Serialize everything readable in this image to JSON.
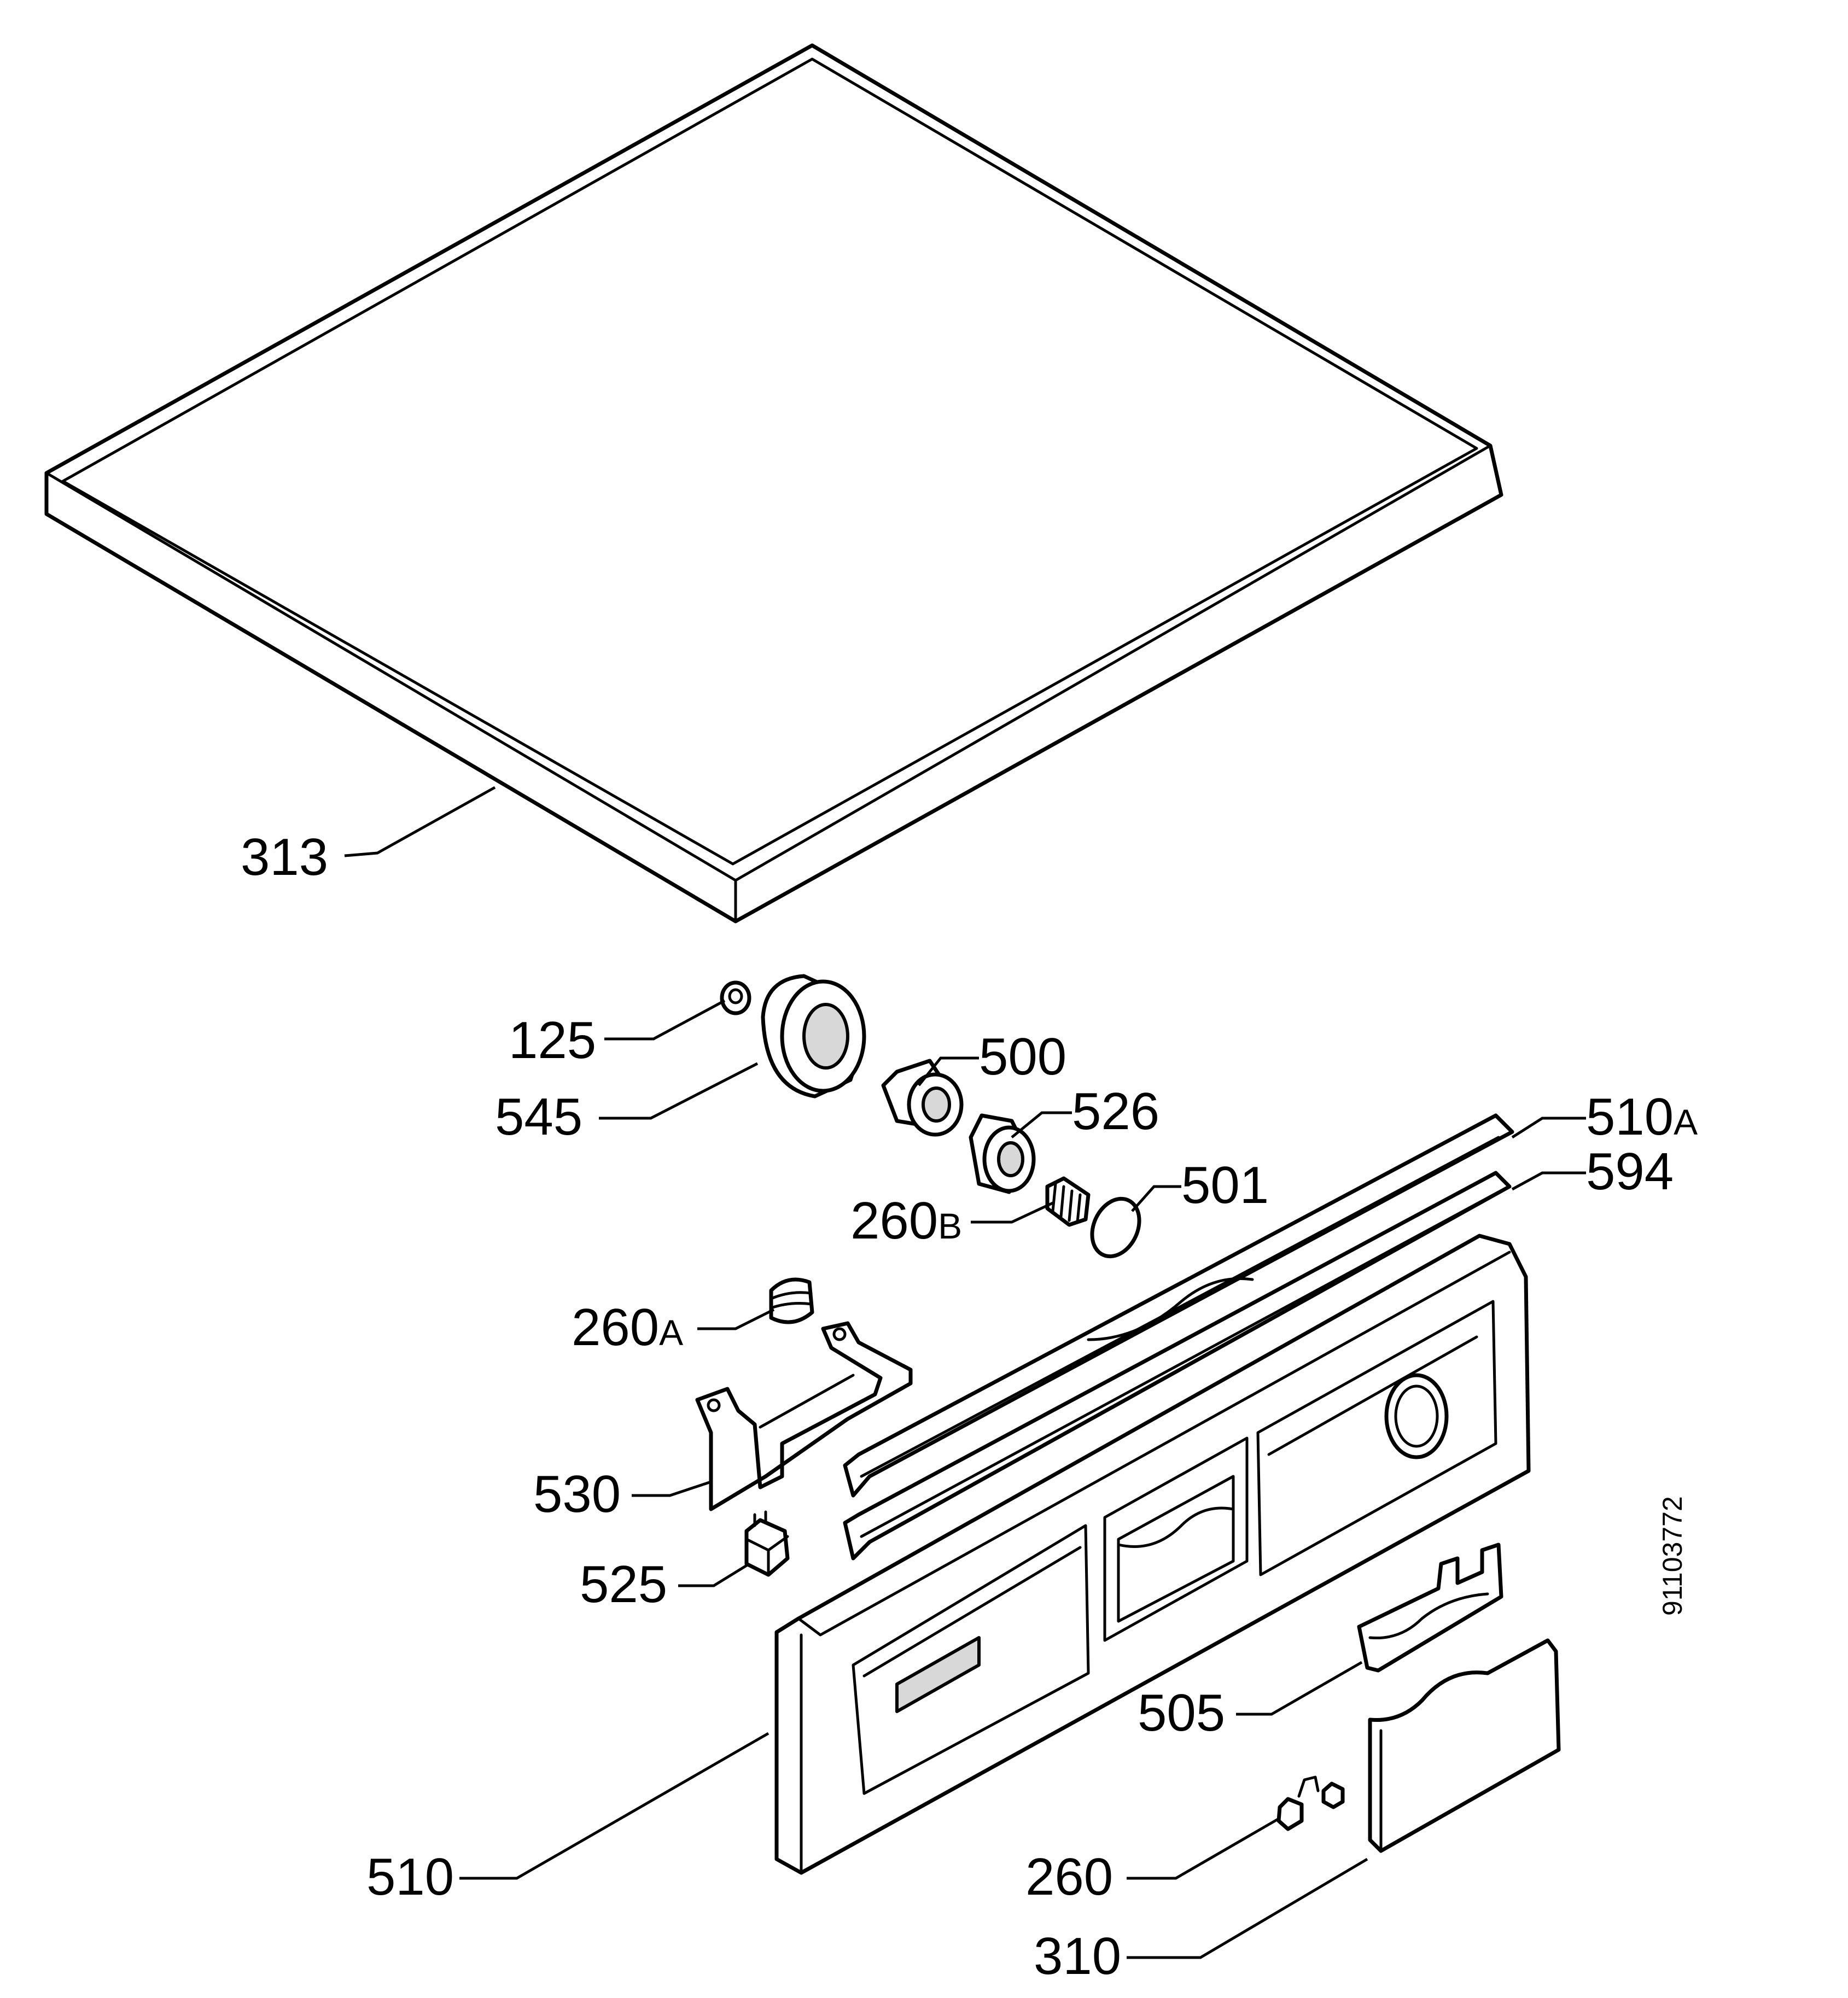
{
  "labels": {
    "p313": "313",
    "p125": "125",
    "p545": "545",
    "p500": "500",
    "p526": "526",
    "p501": "501",
    "p260b": "260",
    "p260b_suffix": "B",
    "p510a": "510",
    "p510a_suffix": "A",
    "p594": "594",
    "p260a": "260",
    "p260a_suffix": "A",
    "p530": "530",
    "p525": "525",
    "p505": "505",
    "p510": "510",
    "p260": "260",
    "p310": "310"
  },
  "document_number": "91103772"
}
